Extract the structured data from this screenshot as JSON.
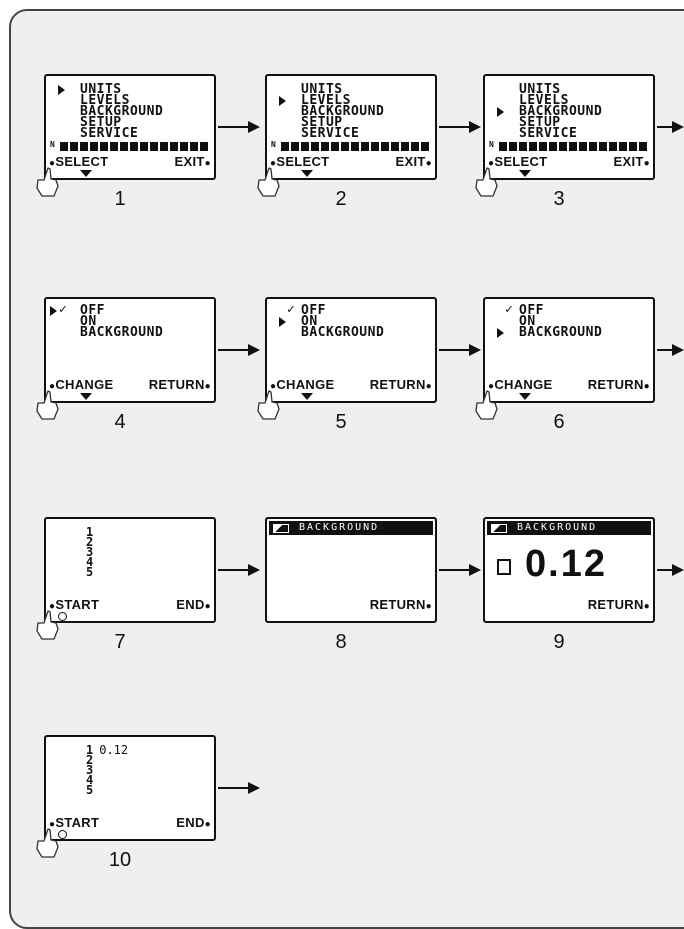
{
  "steps": [
    {
      "num": "1",
      "type": "menu",
      "items": [
        "UNITS",
        "LEVELS",
        "BACKGROUND",
        "SETUP",
        "SERVICE"
      ],
      "selected": 0,
      "left": "SELECT",
      "right": "EXIT",
      "bar_label": "N"
    },
    {
      "num": "2",
      "type": "menu",
      "items": [
        "UNITS",
        "LEVELS",
        "BACKGROUND",
        "SETUP",
        "SERVICE"
      ],
      "selected": 1,
      "left": "SELECT",
      "right": "EXIT",
      "bar_label": "N"
    },
    {
      "num": "3",
      "type": "menu",
      "items": [
        "UNITS",
        "LEVELS",
        "BACKGROUND",
        "SETUP",
        "SERVICE"
      ],
      "selected": 2,
      "left": "SELECT",
      "right": "EXIT",
      "bar_label": "N"
    },
    {
      "num": "4",
      "type": "options",
      "items": [
        "OFF",
        "ON",
        "BACKGROUND"
      ],
      "checked": 0,
      "selected": 0,
      "left": "CHANGE",
      "right": "RETURN"
    },
    {
      "num": "5",
      "type": "options",
      "items": [
        "OFF",
        "ON",
        "BACKGROUND"
      ],
      "checked": 0,
      "selected": 1,
      "left": "CHANGE",
      "right": "RETURN"
    },
    {
      "num": "6",
      "type": "options",
      "items": [
        "OFF",
        "ON",
        "BACKGROUND"
      ],
      "checked": 0,
      "selected": 2,
      "left": "CHANGE",
      "right": "RETURN"
    },
    {
      "num": "7",
      "type": "list",
      "items": [
        "1",
        "2",
        "3",
        "4",
        "5"
      ],
      "reading": "",
      "left": "START",
      "right": "END"
    },
    {
      "num": "8",
      "type": "title",
      "title": "BACKGROUND",
      "value": "",
      "left": "",
      "right": "RETURN"
    },
    {
      "num": "9",
      "type": "title",
      "title": "BACKGROUND",
      "value": "0.12",
      "left": "",
      "right": "RETURN"
    },
    {
      "num": "10",
      "type": "list",
      "items": [
        "1",
        "2",
        "3",
        "4",
        "5"
      ],
      "reading": "0.12",
      "left": "START",
      "right": "END"
    }
  ],
  "symbols": {
    "check": "✓",
    "dot": "●"
  },
  "icons": {
    "finger": "finger-press-icon",
    "arrow": "right-arrow-icon"
  },
  "colors": {
    "panel": "#efefef",
    "ink": "#111111"
  }
}
